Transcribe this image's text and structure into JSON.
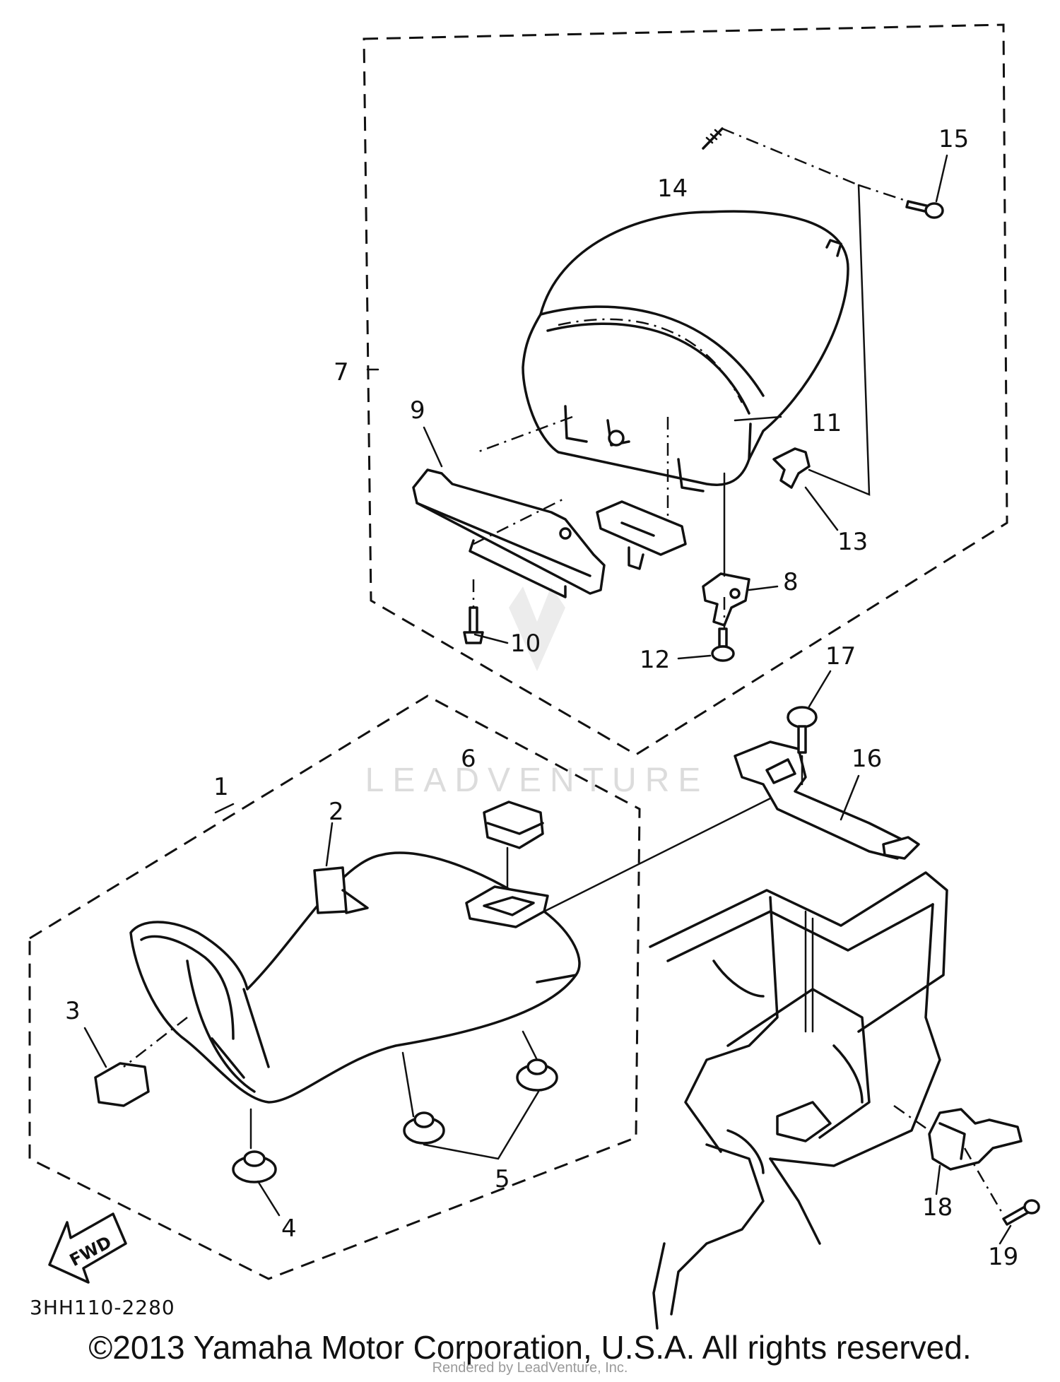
{
  "labels": {
    "p1": "1",
    "p2": "2",
    "p3": "3",
    "p4": "4",
    "p5": "5",
    "p6": "6",
    "p7": "7",
    "p8": "8",
    "p9": "9",
    "p10": "10",
    "p11": "11",
    "p12": "12",
    "p13": "13",
    "p14": "14",
    "p15": "15",
    "p16": "16",
    "p17": "17",
    "p18": "18",
    "p19": "19"
  },
  "fwd_arrow": "FWD",
  "diagram_code": "3HH110-2280",
  "watermark": "LEADVENTURE",
  "copyright": "©2013 Yamaha Motor Corporation, U.S.A. All rights reserved.",
  "rendered_by": "Rendered by LeadVenture, Inc."
}
